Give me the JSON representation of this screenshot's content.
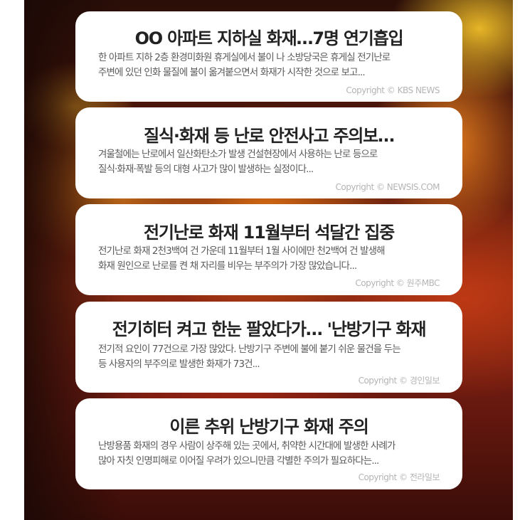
{
  "news_cards": [
    {
      "title": "OO 아파트 지하실 화재…7명 연기흡입",
      "body_lines": [
        "한 아파트 지하 2층 환경미화원 휴게실에서 불이 나 소방당국은 휴게실 전기난로",
        "주변에 있던 인화 물질에 불이 옮겨붙으면서 화재가 시작한 것으로 보고..."
      ],
      "copyright": "Copyright © KBS NEWS"
    },
    {
      "title": "질식·화재 등 난로 안전사고 주의보…",
      "body_lines": [
        "겨울철에는 난로에서 일산화탄소가 발생 건설현장에서 사용하는 난로 등으로",
        "질식·화재·폭발 등의 대형 사고가 많이 발생하는 실정이다..."
      ],
      "copyright": "Copyright © NEWSIS.COM"
    },
    {
      "title": "전기난로 화재 11월부터 석달간 집중",
      "body_lines": [
        "전기난로 화재 2천3백여 건 가운데 11월부터 1월 사이에만 천2백여 건 발생해",
        "화재 원인으로 난로를 켠 채 자리를 비우는 부주의가 가장 많았습니다..."
      ],
      "copyright": "Copyright © 원주MBC"
    },
    {
      "title": "전기히터 켜고 한눈 팔았다가… '난방기구 화재",
      "body_lines": [
        "전기적 요인이 77건으로 가장 많았다. 난방기구 주변에 불에 붙기 쉬운 물건을 두는",
        "등 사용자의 부주의로 발생한 화재가 73건..."
      ],
      "copyright": "Copyright © 경인일보"
    },
    {
      "title": "이른 추위 난방기구 화재 주의",
      "body_lines": [
        "난방용품 화재의 경우 사람이 상주해 있는 곳에서, 취약한 시간대에 발생한 사례가",
        "많아 자칫 인명피해로 이어질 우려가 있으니만큼 각별한 주의가 필요하다는..."
      ],
      "copyright": "Copyright © 전라일보"
    }
  ]
}
